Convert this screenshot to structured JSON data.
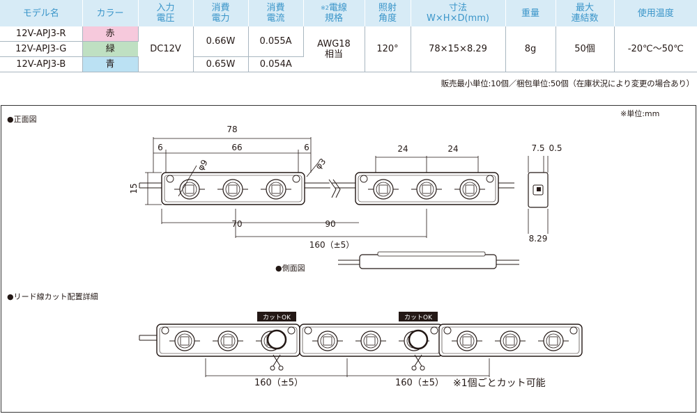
{
  "table": {
    "headers": [
      "モデル名",
      "カラー",
      "入力\n電圧",
      "消費\n電力",
      "消費\n電流",
      "電線\n規格",
      "照射\n角度",
      "寸法\nW×H×D(mm)",
      "重量",
      "最大\n連結数",
      "使用温度"
    ],
    "wire_header_mark": "※2",
    "rows": [
      {
        "model": "12V-APJ3-R",
        "color": "赤",
        "color_hex": "#f6c9dc"
      },
      {
        "model": "12V-APJ3-G",
        "color": "緑",
        "color_hex": "#bfe0c2"
      },
      {
        "model": "12V-APJ3-B",
        "color": "青",
        "color_hex": "#bbe1f3"
      }
    ],
    "voltage": "DC12V",
    "power_rg": "0.66W",
    "current_rg": "0.055A",
    "power_b": "0.65W",
    "current_b": "0.054A",
    "wire": "AWG18\n相当",
    "angle": "120°",
    "size": "78×15×8.29",
    "weight": "8g",
    "max_link": "50個",
    "temp": "-20℃〜50℃"
  },
  "sales_note": "販売最小単位:10個／梱包単位:50個（在庫状況により変更の場合あり）",
  "drawing": {
    "unit_note": "※単位:mm",
    "front_title": "●正面図",
    "side_title": "●側面図",
    "cut_title": "●リード線カット配置詳細",
    "dims": {
      "total": "78",
      "left_margin": "6",
      "pitch_span": "66",
      "right_margin": "6",
      "hole_dia": "φ9",
      "hole_small": "φ3",
      "height": "15",
      "led_pitch1": "24",
      "led_pitch2": "24",
      "depth1": "7.5",
      "depth2": "0.5",
      "depth_total": "8.29",
      "lead1": "70",
      "lead2": "90",
      "link_pitch": "160（±5）"
    },
    "cut_ok": "カットOK",
    "cut_pitch": "160（±5）",
    "cut_note": "※1個ごとカット可能"
  },
  "colors": {
    "header_bg": "#d7ebf6",
    "header_text": "#3a95c9",
    "line": "#231815"
  }
}
